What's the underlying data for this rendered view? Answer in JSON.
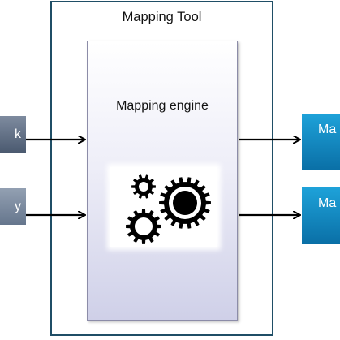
{
  "tool": {
    "title": "Mapping Tool"
  },
  "engine": {
    "title": "Mapping engine",
    "icon": "gears-icon"
  },
  "inputs": [
    {
      "label": "k"
    },
    {
      "label": "y"
    }
  ],
  "outputs": [
    {
      "label": "Ma"
    },
    {
      "label": "Ma"
    }
  ],
  "colors": {
    "frame_border": "#1f4e66",
    "output_fill": "#1a8fc8",
    "input_fill": "#5c6a80",
    "arrow": "#000000"
  }
}
